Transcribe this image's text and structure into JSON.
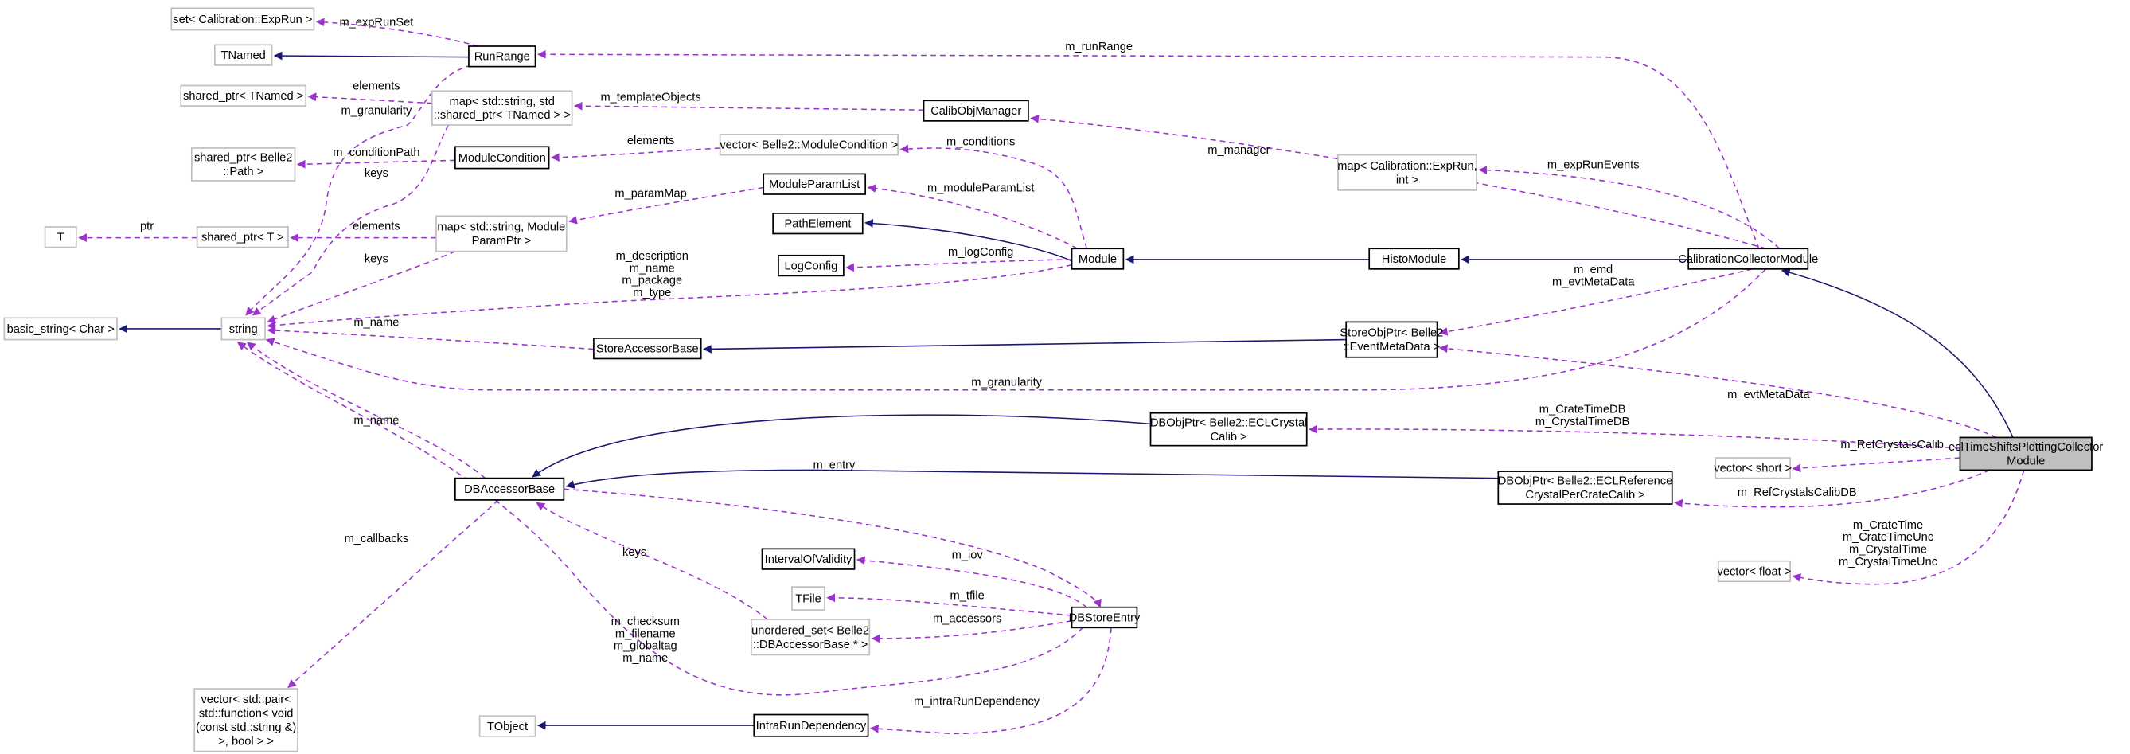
{
  "colors": {
    "inheritance": "#191970",
    "member": "#9a32cd",
    "undocumented_border": "#bfbfbf",
    "focus_fill": "#bfbfbf"
  },
  "diagram": {
    "nodes": [
      {
        "id": "setExpRun",
        "lines": [
          "set< Calibration::ExpRun >"
        ],
        "kind": "undocumented"
      },
      {
        "id": "TNamed",
        "lines": [
          "TNamed"
        ],
        "kind": "undocumented"
      },
      {
        "id": "RunRange",
        "lines": [
          "RunRange"
        ],
        "kind": "documented"
      },
      {
        "id": "spTNamed",
        "lines": [
          "shared_ptr< TNamed >"
        ],
        "kind": "undocumented"
      },
      {
        "id": "mapTNamed",
        "lines": [
          "map< std::string, std",
          "::shared_ptr< TNamed > >"
        ],
        "kind": "undocumented"
      },
      {
        "id": "CalibObjManager",
        "lines": [
          "CalibObjManager"
        ],
        "kind": "documented"
      },
      {
        "id": "vecModCond",
        "lines": [
          "vector< Belle2::ModuleCondition >"
        ],
        "kind": "undocumented"
      },
      {
        "id": "ModuleCondition",
        "lines": [
          "ModuleCondition"
        ],
        "kind": "documented"
      },
      {
        "id": "spPath",
        "lines": [
          "shared_ptr< Belle2",
          "::Path >"
        ],
        "kind": "undocumented"
      },
      {
        "id": "ModuleParamList",
        "lines": [
          "ModuleParamList"
        ],
        "kind": "documented"
      },
      {
        "id": "mapExpRunInt",
        "lines": [
          "map< Calibration::ExpRun,",
          "int >"
        ],
        "kind": "undocumented"
      },
      {
        "id": "T",
        "lines": [
          "T"
        ],
        "kind": "undocumented"
      },
      {
        "id": "spT",
        "lines": [
          "shared_ptr< T >"
        ],
        "kind": "undocumented"
      },
      {
        "id": "mapParam",
        "lines": [
          "map< std::string, Module",
          "ParamPtr >"
        ],
        "kind": "undocumented"
      },
      {
        "id": "PathElement",
        "lines": [
          "PathElement"
        ],
        "kind": "documented"
      },
      {
        "id": "LogConfig",
        "lines": [
          "LogConfig"
        ],
        "kind": "documented"
      },
      {
        "id": "Module",
        "lines": [
          "Module"
        ],
        "kind": "documented"
      },
      {
        "id": "HistoModule",
        "lines": [
          "HistoModule"
        ],
        "kind": "documented"
      },
      {
        "id": "CCM",
        "lines": [
          "CalibrationCollectorModule"
        ],
        "kind": "documented"
      },
      {
        "id": "basicString",
        "lines": [
          "basic_string< Char >"
        ],
        "kind": "undocumented"
      },
      {
        "id": "string",
        "lines": [
          "string"
        ],
        "kind": "undocumented"
      },
      {
        "id": "StoreAccessorBase",
        "lines": [
          "StoreAccessorBase"
        ],
        "kind": "documented"
      },
      {
        "id": "StoreObjPtr",
        "lines": [
          "StoreObjPtr< Belle2",
          "::EventMetaData >"
        ],
        "kind": "documented"
      },
      {
        "id": "DBObjCrystal",
        "lines": [
          "DBObjPtr< Belle2::ECLCrystal",
          "Calib >"
        ],
        "kind": "documented"
      },
      {
        "id": "DBAccessorBase",
        "lines": [
          "DBAccessorBase"
        ],
        "kind": "documented"
      },
      {
        "id": "vecShort",
        "lines": [
          "vector< short >"
        ],
        "kind": "undocumented"
      },
      {
        "id": "ecl",
        "lines": [
          "eclTimeShiftsPlottingCollector",
          "Module"
        ],
        "kind": "focus"
      },
      {
        "id": "DBObjRef",
        "lines": [
          "DBObjPtr< Belle2::ECLReference",
          "CrystalPerCrateCalib >"
        ],
        "kind": "documented"
      },
      {
        "id": "IOV",
        "lines": [
          "IntervalOfValidity"
        ],
        "kind": "documented"
      },
      {
        "id": "TFile",
        "lines": [
          "TFile"
        ],
        "kind": "undocumented"
      },
      {
        "id": "DBStoreEntry",
        "lines": [
          "DBStoreEntry"
        ],
        "kind": "documented"
      },
      {
        "id": "unorderedSet",
        "lines": [
          "unordered_set< Belle2",
          "::DBAccessorBase * >"
        ],
        "kind": "undocumented"
      },
      {
        "id": "vecFloat",
        "lines": [
          "vector< float >"
        ],
        "kind": "undocumented"
      },
      {
        "id": "vecPair",
        "lines": [
          "vector< std::pair<",
          "std::function< void",
          "(const std::string &)",
          ">, bool > >"
        ],
        "kind": "undocumented"
      },
      {
        "id": "TObject",
        "lines": [
          "TObject"
        ],
        "kind": "undocumented"
      },
      {
        "id": "IntraRun",
        "lines": [
          "IntraRunDependency"
        ],
        "kind": "documented"
      }
    ],
    "edges": [
      {
        "from": "RunRange",
        "to": "TNamed",
        "type": "inheritance",
        "labels": []
      },
      {
        "from": "Module",
        "to": "PathElement",
        "type": "inheritance",
        "labels": []
      },
      {
        "from": "HistoModule",
        "to": "Module",
        "type": "inheritance",
        "labels": []
      },
      {
        "from": "CCM",
        "to": "HistoModule",
        "type": "inheritance",
        "labels": []
      },
      {
        "from": "ecl",
        "to": "CCM",
        "type": "inheritance",
        "labels": []
      },
      {
        "from": "string",
        "to": "basicString",
        "type": "inheritance",
        "labels": []
      },
      {
        "from": "StoreObjPtr",
        "to": "StoreAccessorBase",
        "type": "inheritance",
        "labels": []
      },
      {
        "from": "DBObjCrystal",
        "to": "DBAccessorBase",
        "type": "inheritance",
        "labels": []
      },
      {
        "from": "DBObjRef",
        "to": "DBAccessorBase",
        "type": "inheritance",
        "labels": []
      },
      {
        "from": "IntraRun",
        "to": "TObject",
        "type": "inheritance",
        "labels": []
      },
      {
        "from": "RunRange",
        "to": "setExpRun",
        "type": "member",
        "labels": [
          "m_expRunSet"
        ]
      },
      {
        "from": "CCM",
        "to": "RunRange",
        "type": "member",
        "labels": [
          "m_runRange"
        ]
      },
      {
        "from": "mapTNamed",
        "to": "spTNamed",
        "type": "member",
        "labels": [
          "elements"
        ]
      },
      {
        "from": "CalibObjManager",
        "to": "mapTNamed",
        "type": "member",
        "labels": [
          "m_templateObjects"
        ]
      },
      {
        "from": "RunRange",
        "to": "string",
        "type": "member",
        "labels": [
          "m_granularity"
        ]
      },
      {
        "from": "mapTNamed",
        "to": "string",
        "type": "member",
        "labels": [
          "keys"
        ]
      },
      {
        "from": "ModuleCondition",
        "to": "spPath",
        "type": "member",
        "labels": [
          "m_conditionPath"
        ]
      },
      {
        "from": "vecModCond",
        "to": "ModuleCondition",
        "type": "member",
        "labels": [
          "elements"
        ]
      },
      {
        "from": "Module",
        "to": "vecModCond",
        "type": "member",
        "labels": [
          "m_conditions"
        ]
      },
      {
        "from": "Module",
        "to": "ModuleParamList",
        "type": "member",
        "labels": [
          "m_moduleParamList"
        ]
      },
      {
        "from": "ModuleParamList",
        "to": "mapParam",
        "type": "member",
        "labels": [
          "m_paramMap"
        ]
      },
      {
        "from": "mapParam",
        "to": "spT",
        "type": "member",
        "labels": [
          "elements"
        ]
      },
      {
        "from": "spT",
        "to": "T",
        "type": "member",
        "labels": [
          "ptr"
        ]
      },
      {
        "from": "mapParam",
        "to": "string",
        "type": "member",
        "labels": [
          "keys"
        ]
      },
      {
        "from": "Module",
        "to": "LogConfig",
        "type": "member",
        "labels": [
          "m_logConfig"
        ]
      },
      {
        "from": "Module",
        "to": "string",
        "type": "member",
        "labels": [
          "m_description",
          "m_name",
          "m_package",
          "m_type"
        ]
      },
      {
        "from": "CCM",
        "to": "CalibObjManager",
        "type": "member",
        "labels": [
          "m_manager"
        ]
      },
      {
        "from": "CCM",
        "to": "mapExpRunInt",
        "type": "member",
        "labels": [
          "m_expRunEvents"
        ]
      },
      {
        "from": "CCM",
        "to": "StoreObjPtr",
        "type": "member",
        "labels": [
          "m_emd",
          "m_evtMetaData"
        ]
      },
      {
        "from": "StoreAccessorBase",
        "to": "string",
        "type": "member",
        "labels": [
          "m_name"
        ]
      },
      {
        "from": "CCM",
        "to": "string",
        "type": "member",
        "labels": [
          "m_granularity"
        ]
      },
      {
        "from": "ecl",
        "to": "StoreObjPtr",
        "type": "member",
        "labels": [
          "m_evtMetaData"
        ]
      },
      {
        "from": "ecl",
        "to": "DBObjCrystal",
        "type": "member",
        "labels": [
          "m_CrateTimeDB",
          "m_CrystalTimeDB"
        ]
      },
      {
        "from": "ecl",
        "to": "vecShort",
        "type": "member",
        "labels": [
          "m_RefCrystalsCalib"
        ]
      },
      {
        "from": "ecl",
        "to": "DBObjRef",
        "type": "member",
        "labels": [
          "m_RefCrystalsCalibDB"
        ]
      },
      {
        "from": "ecl",
        "to": "vecFloat",
        "type": "member",
        "labels": [
          "m_CrateTime",
          "m_CrateTimeUnc",
          "m_CrystalTime",
          "m_CrystalTimeUnc"
        ]
      },
      {
        "from": "DBAccessorBase",
        "to": "string",
        "type": "member",
        "labels": [
          "m_name"
        ]
      },
      {
        "from": "DBAccessorBase",
        "to": "vecPair",
        "type": "member",
        "labels": [
          "m_callbacks"
        ]
      },
      {
        "from": "DBAccessorBase",
        "to": "DBStoreEntry",
        "type": "member",
        "labels": [
          "m_entry"
        ]
      },
      {
        "from": "DBStoreEntry",
        "to": "IOV",
        "type": "member",
        "labels": [
          "m_iov"
        ]
      },
      {
        "from": "DBStoreEntry",
        "to": "TFile",
        "type": "member",
        "labels": [
          "m_tfile"
        ]
      },
      {
        "from": "DBStoreEntry",
        "to": "unorderedSet",
        "type": "member",
        "labels": [
          "m_accessors"
        ]
      },
      {
        "from": "unorderedSet",
        "to": "DBAccessorBase",
        "type": "member",
        "labels": [
          "keys"
        ]
      },
      {
        "from": "DBStoreEntry",
        "to": "string",
        "type": "member",
        "labels": [
          "m_checksum",
          "m_filename",
          "m_globaltag",
          "m_name"
        ]
      },
      {
        "from": "DBStoreEntry",
        "to": "IntraRun",
        "type": "member",
        "labels": [
          "m_intraRunDependency"
        ]
      }
    ]
  }
}
